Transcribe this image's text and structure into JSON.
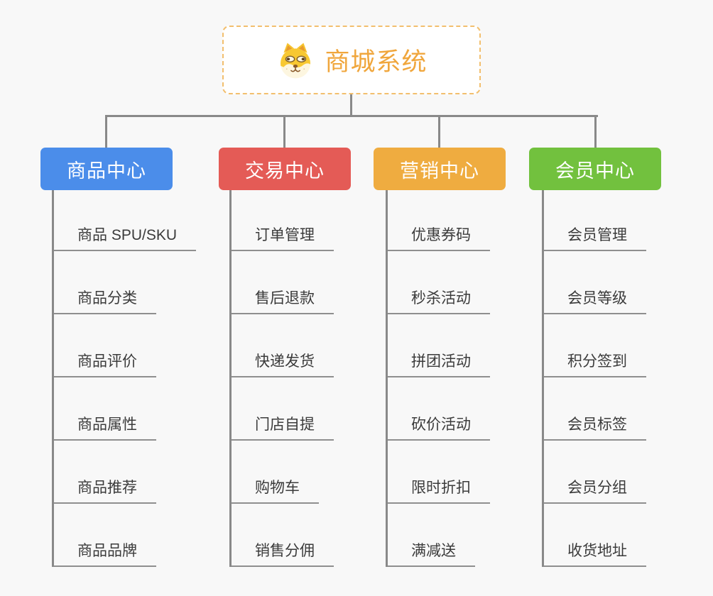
{
  "page": {
    "background": "#f8f8f8",
    "connector_color": "#898989"
  },
  "root": {
    "label": "商城系统",
    "icon": "dog-face-icon",
    "accent_color": "#f0a63c",
    "border_color": "#f2bf6e"
  },
  "branches": [
    {
      "label": "商品中心",
      "color": "#4b8dea",
      "children": [
        "商品 SPU/SKU",
        "商品分类",
        "商品评价",
        "商品属性",
        "商品推荐",
        "商品品牌"
      ]
    },
    {
      "label": "交易中心",
      "color": "#e45b56",
      "children": [
        "订单管理",
        "售后退款",
        "快递发货",
        "门店自提",
        "购物车",
        "销售分佣"
      ]
    },
    {
      "label": "营销中心",
      "color": "#efac40",
      "children": [
        "优惠券码",
        "秒杀活动",
        "拼团活动",
        "砍价活动",
        "限时折扣",
        "满减送"
      ]
    },
    {
      "label": "会员中心",
      "color": "#72c13e",
      "children": [
        "会员管理",
        "会员等级",
        "积分签到",
        "会员标签",
        "会员分组",
        "收货地址"
      ]
    }
  ]
}
